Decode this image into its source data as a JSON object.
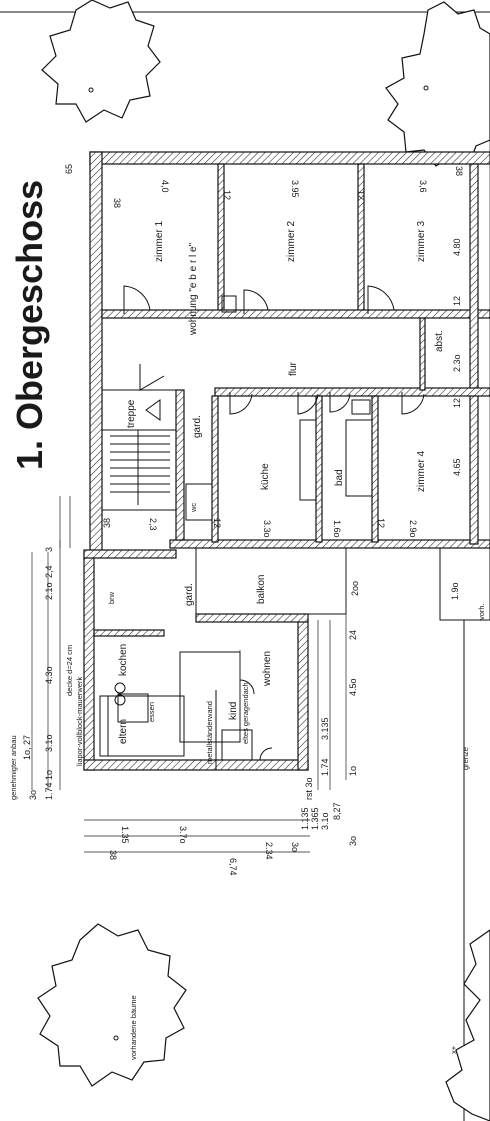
{
  "drawing": {
    "title": "1. Obergeschoss",
    "rooms": {
      "zimmer1": "zimmer 1",
      "zimmer2": "zimmer 2",
      "zimmer3": "zimmer 3",
      "zimmer4": "zimmer 4",
      "wohnung": "wohnung \"e b e r l e\"",
      "flur": "flur",
      "treppe": "treppe",
      "gard1": "gard.",
      "gard2": "gard.",
      "kueche": "küche",
      "bad": "bad",
      "abst": "abst.",
      "wc": "wc",
      "balkon": "balkon",
      "brw": "brw",
      "kochen": "kochen",
      "essen": "essen",
      "wohnen": "wohnen",
      "galerie": "eltes geragendach",
      "eltern": "eltern",
      "kind": "kind",
      "metallstaenderwand": "metallständerwand",
      "vorh": "vorh.",
      "grenze": "grenze",
      "baeume": "vorhandene bäume",
      "anbau": "genehmigter anbau",
      "mauerwerk": "liapor-vollblock-mauerwerk",
      "decke": "decke d=24 cm"
    },
    "dimensions": {
      "d38a": "38",
      "d4_0": "4,0",
      "d12a": "12",
      "d3_95": "3.95",
      "d12b": "12",
      "d3_6": "3,6",
      "d38b": "38",
      "d65": "65",
      "d4_80": "4.80",
      "d12c": "12",
      "d2_30": "2.3o",
      "d12d": "12",
      "d4_65": "4.65",
      "d38c": "38",
      "d2_3": "2,3",
      "d3_3": "3.3o",
      "d1_6": "1.6o",
      "d2_9": "2.9o",
      "d12e": "12",
      "d12f": "12",
      "d2_00": "2oo",
      "d1_90": "1.9o",
      "d24": "24",
      "d4_50": "4.5o",
      "d1_0a": "1o",
      "d1_74": "1.74",
      "d3_135": "3.135",
      "d8_27": "8,27",
      "d3_10": "3.1o",
      "d1_365": "1.365",
      "d1_135": "1.135",
      "d3_0": "3o",
      "d10_27": "1o, 27",
      "d3_1": "3.1o",
      "d4_30": "4.3o",
      "d2_1": "2.1o",
      "d2_4": "2,4",
      "d3_r": "3",
      "d1_0b": "1o",
      "d30": "3o",
      "d1_74b": "1.74",
      "d1_35": "1.35",
      "d3_70": "3.7o",
      "d2_34": "2.34",
      "d6_74": "6,74",
      "d38d": "38",
      "rst30": "rst 3o",
      "d3_0b": "3o"
    }
  }
}
